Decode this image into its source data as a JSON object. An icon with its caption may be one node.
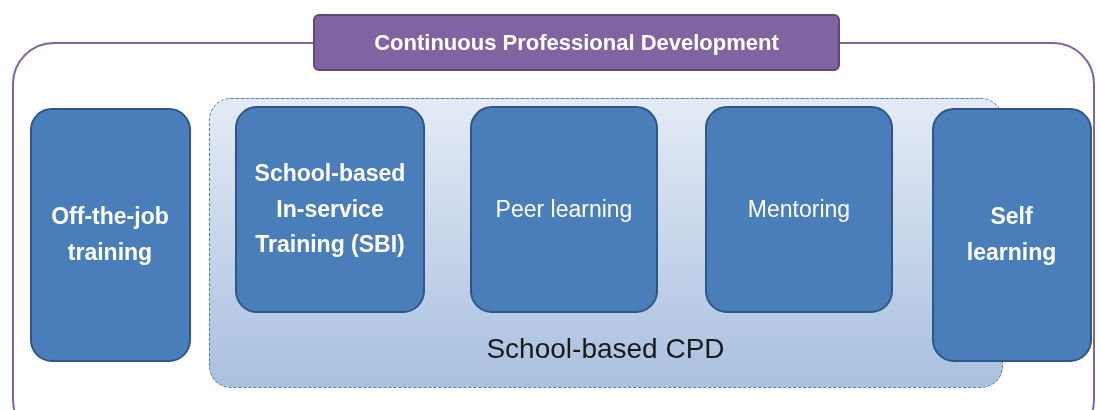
{
  "diagram": {
    "nodes": [
      {
        "text": [
          "Continuous Professional Development"
        ]
      },
      {
        "text": [
          "Off-the-job training"
        ],
        "in": 0
      },
      {
        "text": [
          "School-based CPD"
        ],
        "in": 0
      },
      {
        "text": [
          "School-based In-service Training (SBI)"
        ],
        "in": 2
      },
      {
        "text": [
          "Peer learning"
        ],
        "in": 2
      },
      {
        "text": [
          "Mentoring"
        ],
        "in": 2
      },
      {
        "text": [
          "Self learning"
        ],
        "in": 0
      }
    ]
  }
}
